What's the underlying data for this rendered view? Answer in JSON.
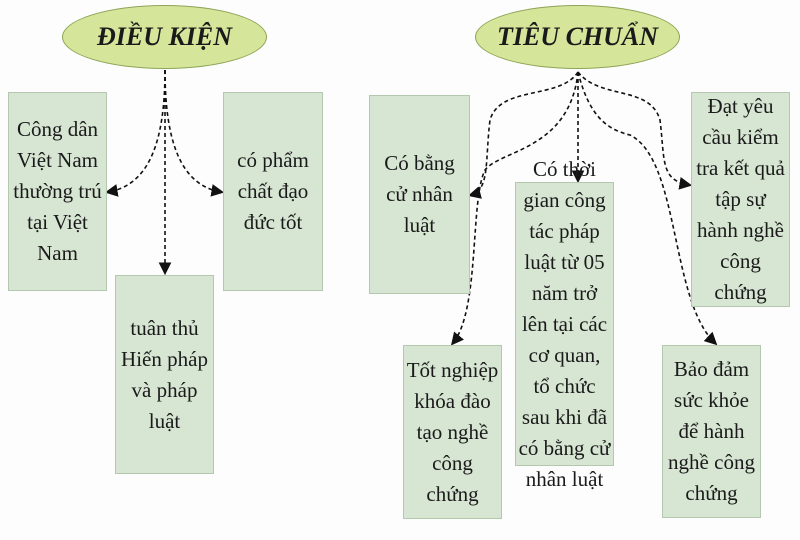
{
  "dieu_kien": {
    "title": "ĐIỀU KIỆN",
    "items": [
      "Công dân Việt Nam thường trú tại Việt Nam",
      "tuân thủ Hiến pháp và pháp luật",
      "có phẩm chất đạo đức tốt"
    ]
  },
  "tieu_chuan": {
    "title": "TIÊU CHUẨN",
    "items": [
      "Có bằng cử nhân luật",
      "Có thời gian công tác pháp luật từ 05 năm trở lên tại các cơ quan, tổ chức sau khi đã có bằng cử nhân luật",
      "Đạt yêu cầu kiểm tra kết quả tập sự hành nghề công chứng",
      "Tốt nghiệp khóa đào tạo nghề công chứng",
      "Bảo đảm sức khỏe để hành nghề công chứng"
    ]
  },
  "colors": {
    "ellipse": "#d5e69b",
    "box": "#d7e5d3"
  }
}
